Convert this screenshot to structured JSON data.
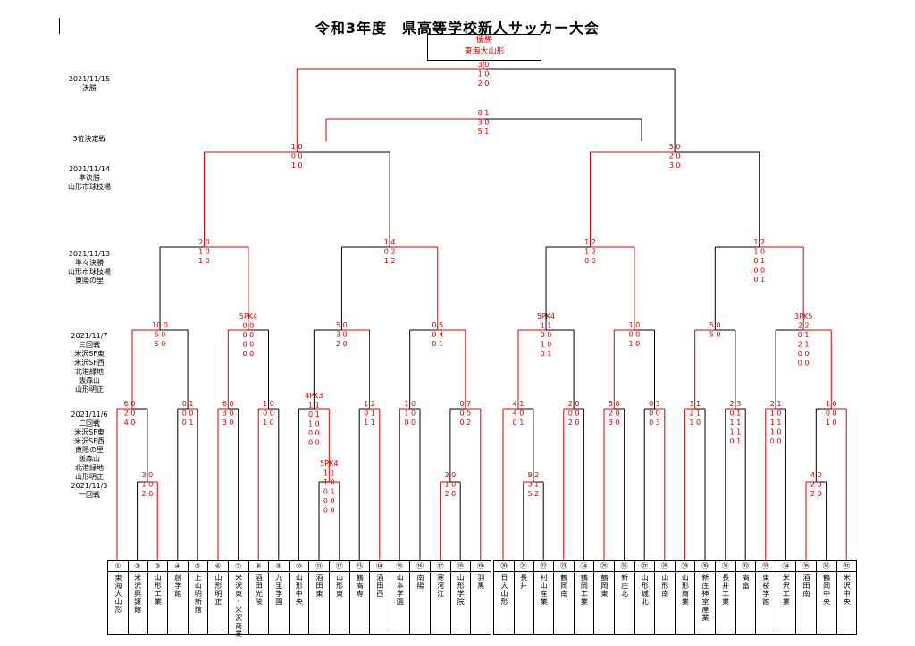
{
  "title": "令和3年度　県高等学校新人サッカー大会",
  "champion": {
    "label": "優勝",
    "team": "東海大山形"
  },
  "round_labels": [
    "2021/11/15\n決勝",
    "3位決定戦",
    "2021/11/14\n準決勝\n山形市球技場",
    "2021/11/13\n準々決勝\n山形市球技場\n東陽の里",
    "2021/11/7\n三回戦\n米沢SF東\n米沢SF西\n北港緑地\n飯森山\n山形明正",
    "2021/11/6\n二回戦\n米沢SF東\n米沢SF西\n東陽の里\n飯森山\n北港緑地\n山形明正\n2021/11/3\n一回戦"
  ],
  "teams": [
    {
      "num": "①",
      "name": "東海大山形"
    },
    {
      "num": "②",
      "name": "米沢興譲館"
    },
    {
      "num": "③",
      "name": "山形工業"
    },
    {
      "num": "④",
      "name": "創学館"
    },
    {
      "num": "⑤",
      "name": "上山明新館"
    },
    {
      "num": "⑥",
      "name": "山形明正"
    },
    {
      "num": "⑦",
      "name": "米沢東・米沢商業"
    },
    {
      "num": "⑧",
      "name": "酒田光陵"
    },
    {
      "num": "⑨",
      "name": "九里学園"
    },
    {
      "num": "⑩",
      "name": "山形中央"
    },
    {
      "num": "⑪",
      "name": "酒田東"
    },
    {
      "num": "⑫",
      "name": "山形東"
    },
    {
      "num": "⑬",
      "name": "鶴高専"
    },
    {
      "num": "⑭",
      "name": "酒田西"
    },
    {
      "num": "⑮",
      "name": "山本学園"
    },
    {
      "num": "⑯",
      "name": "南陽"
    },
    {
      "num": "⑰",
      "name": "寒河江"
    },
    {
      "num": "⑱",
      "name": "山形学院"
    },
    {
      "num": "⑲",
      "name": "羽黒"
    },
    {
      "num": "⑳",
      "name": "日大山形"
    },
    {
      "num": "㉑",
      "name": "長井"
    },
    {
      "num": "㉒",
      "name": "村山産業"
    },
    {
      "num": "㉓",
      "name": "鶴岡南"
    },
    {
      "num": "㉔",
      "name": "鶴岡工業"
    },
    {
      "num": "㉕",
      "name": "鶴岡東"
    },
    {
      "num": "㉖",
      "name": "新庄北"
    },
    {
      "num": "㉗",
      "name": "山形城北"
    },
    {
      "num": "㉘",
      "name": "山形南"
    },
    {
      "num": "㉙",
      "name": "山形商業"
    },
    {
      "num": "㉚",
      "name": "新庄神室産業"
    },
    {
      "num": "㉛",
      "name": "長井工業"
    },
    {
      "num": "㉜",
      "name": "高畠"
    },
    {
      "num": "㉝",
      "name": "東桜学館"
    },
    {
      "num": "㉞",
      "name": "米沢工業"
    },
    {
      "num": "㉟",
      "name": "酒田南"
    },
    {
      "num": "㊱",
      "name": "鶴岡中央"
    },
    {
      "num": "㊲",
      "name": "米沢中央"
    }
  ],
  "scores": {
    "final": [
      "3 0",
      "1 0",
      "2 0"
    ],
    "third": [
      "8 1",
      "3 0",
      "5 1"
    ],
    "sf1": [
      "1 0",
      "0 0",
      "1 0"
    ],
    "sf2": [
      "5 0",
      "2 0",
      "3 0"
    ],
    "qf1": [
      "2 0",
      "1 0",
      "1 0"
    ],
    "qf2": [
      "1 4",
      "0 2",
      "1 2"
    ],
    "qf3": [
      "1 2",
      "1 2",
      "0 0"
    ],
    "qf4": [
      "1 2",
      "1 0",
      "0 1",
      "0 0",
      "0 1"
    ],
    "r3_1": [
      "10 0",
      "5 0",
      "5 0"
    ],
    "r3_2": [
      "5PK4",
      "0 0",
      "0 0",
      "0 0",
      "0 0"
    ],
    "r3_3": [
      "5 0",
      "3 0",
      "2 0"
    ],
    "r3_4": [
      "0 5",
      "0 4",
      "0 1"
    ],
    "r3_5": [
      "5PK4",
      "1 1",
      "0 0",
      "1 0",
      "0 1"
    ],
    "r3_6": [
      "1 0",
      "0 0",
      "1 0"
    ],
    "r3_7": [
      "5 0",
      "5 0"
    ],
    "r3_8": [
      "3PK5",
      "2 2",
      "0 1",
      "2 1",
      "0 0",
      "0 0"
    ],
    "r2_1": [
      "6 0",
      "2 0",
      "4 0"
    ],
    "r2_2": [
      "0 1",
      "0 0",
      "0 1"
    ],
    "r2_3": [
      "6 0",
      "3 0",
      "3 0"
    ],
    "r2_4": [
      "1 0",
      "0 0",
      "1 0"
    ],
    "r2_5": [
      "4PK3",
      "1 1",
      "0 1",
      "1 0",
      "0 0",
      "0 0"
    ],
    "r2_6": [
      "1 2",
      "0 1",
      "1 1"
    ],
    "r2_7": [
      "1 0",
      "1 0",
      "0 0"
    ],
    "r2_8": [
      "0 7",
      "0 5",
      "0 2"
    ],
    "r2_9": [
      "4 1",
      "4 0",
      "0 1"
    ],
    "r2_10": [
      "2 0",
      "0 0",
      "2 0"
    ],
    "r2_11": [
      "5 0",
      "2 0",
      "3 0"
    ],
    "r2_12": [
      "0 3",
      "0 0",
      "0 3"
    ],
    "r2_13": [
      "3 1",
      "2 1",
      "1 0"
    ],
    "r2_14": [
      "2 3",
      "0 1",
      "1 1",
      "1 1",
      "0 1"
    ],
    "r2_15": [
      "2 1",
      "1 0",
      "1 1",
      "1 0",
      "0 0"
    ],
    "r2_16": [
      "1 0",
      "0 0",
      "1 0"
    ],
    "r1_1": [
      "3 0",
      "1 0",
      "2 0"
    ],
    "r1_2": [
      "5PK4",
      "1 1",
      "1 0",
      "0 1",
      "0 0",
      "0 0"
    ],
    "r1_3": [
      "3 0",
      "1 0",
      "2 0"
    ],
    "r1_4": [
      "8 2",
      "3 1",
      "5 2"
    ],
    "r1_5": [
      "4 0",
      "2 0",
      "2 0"
    ]
  }
}
